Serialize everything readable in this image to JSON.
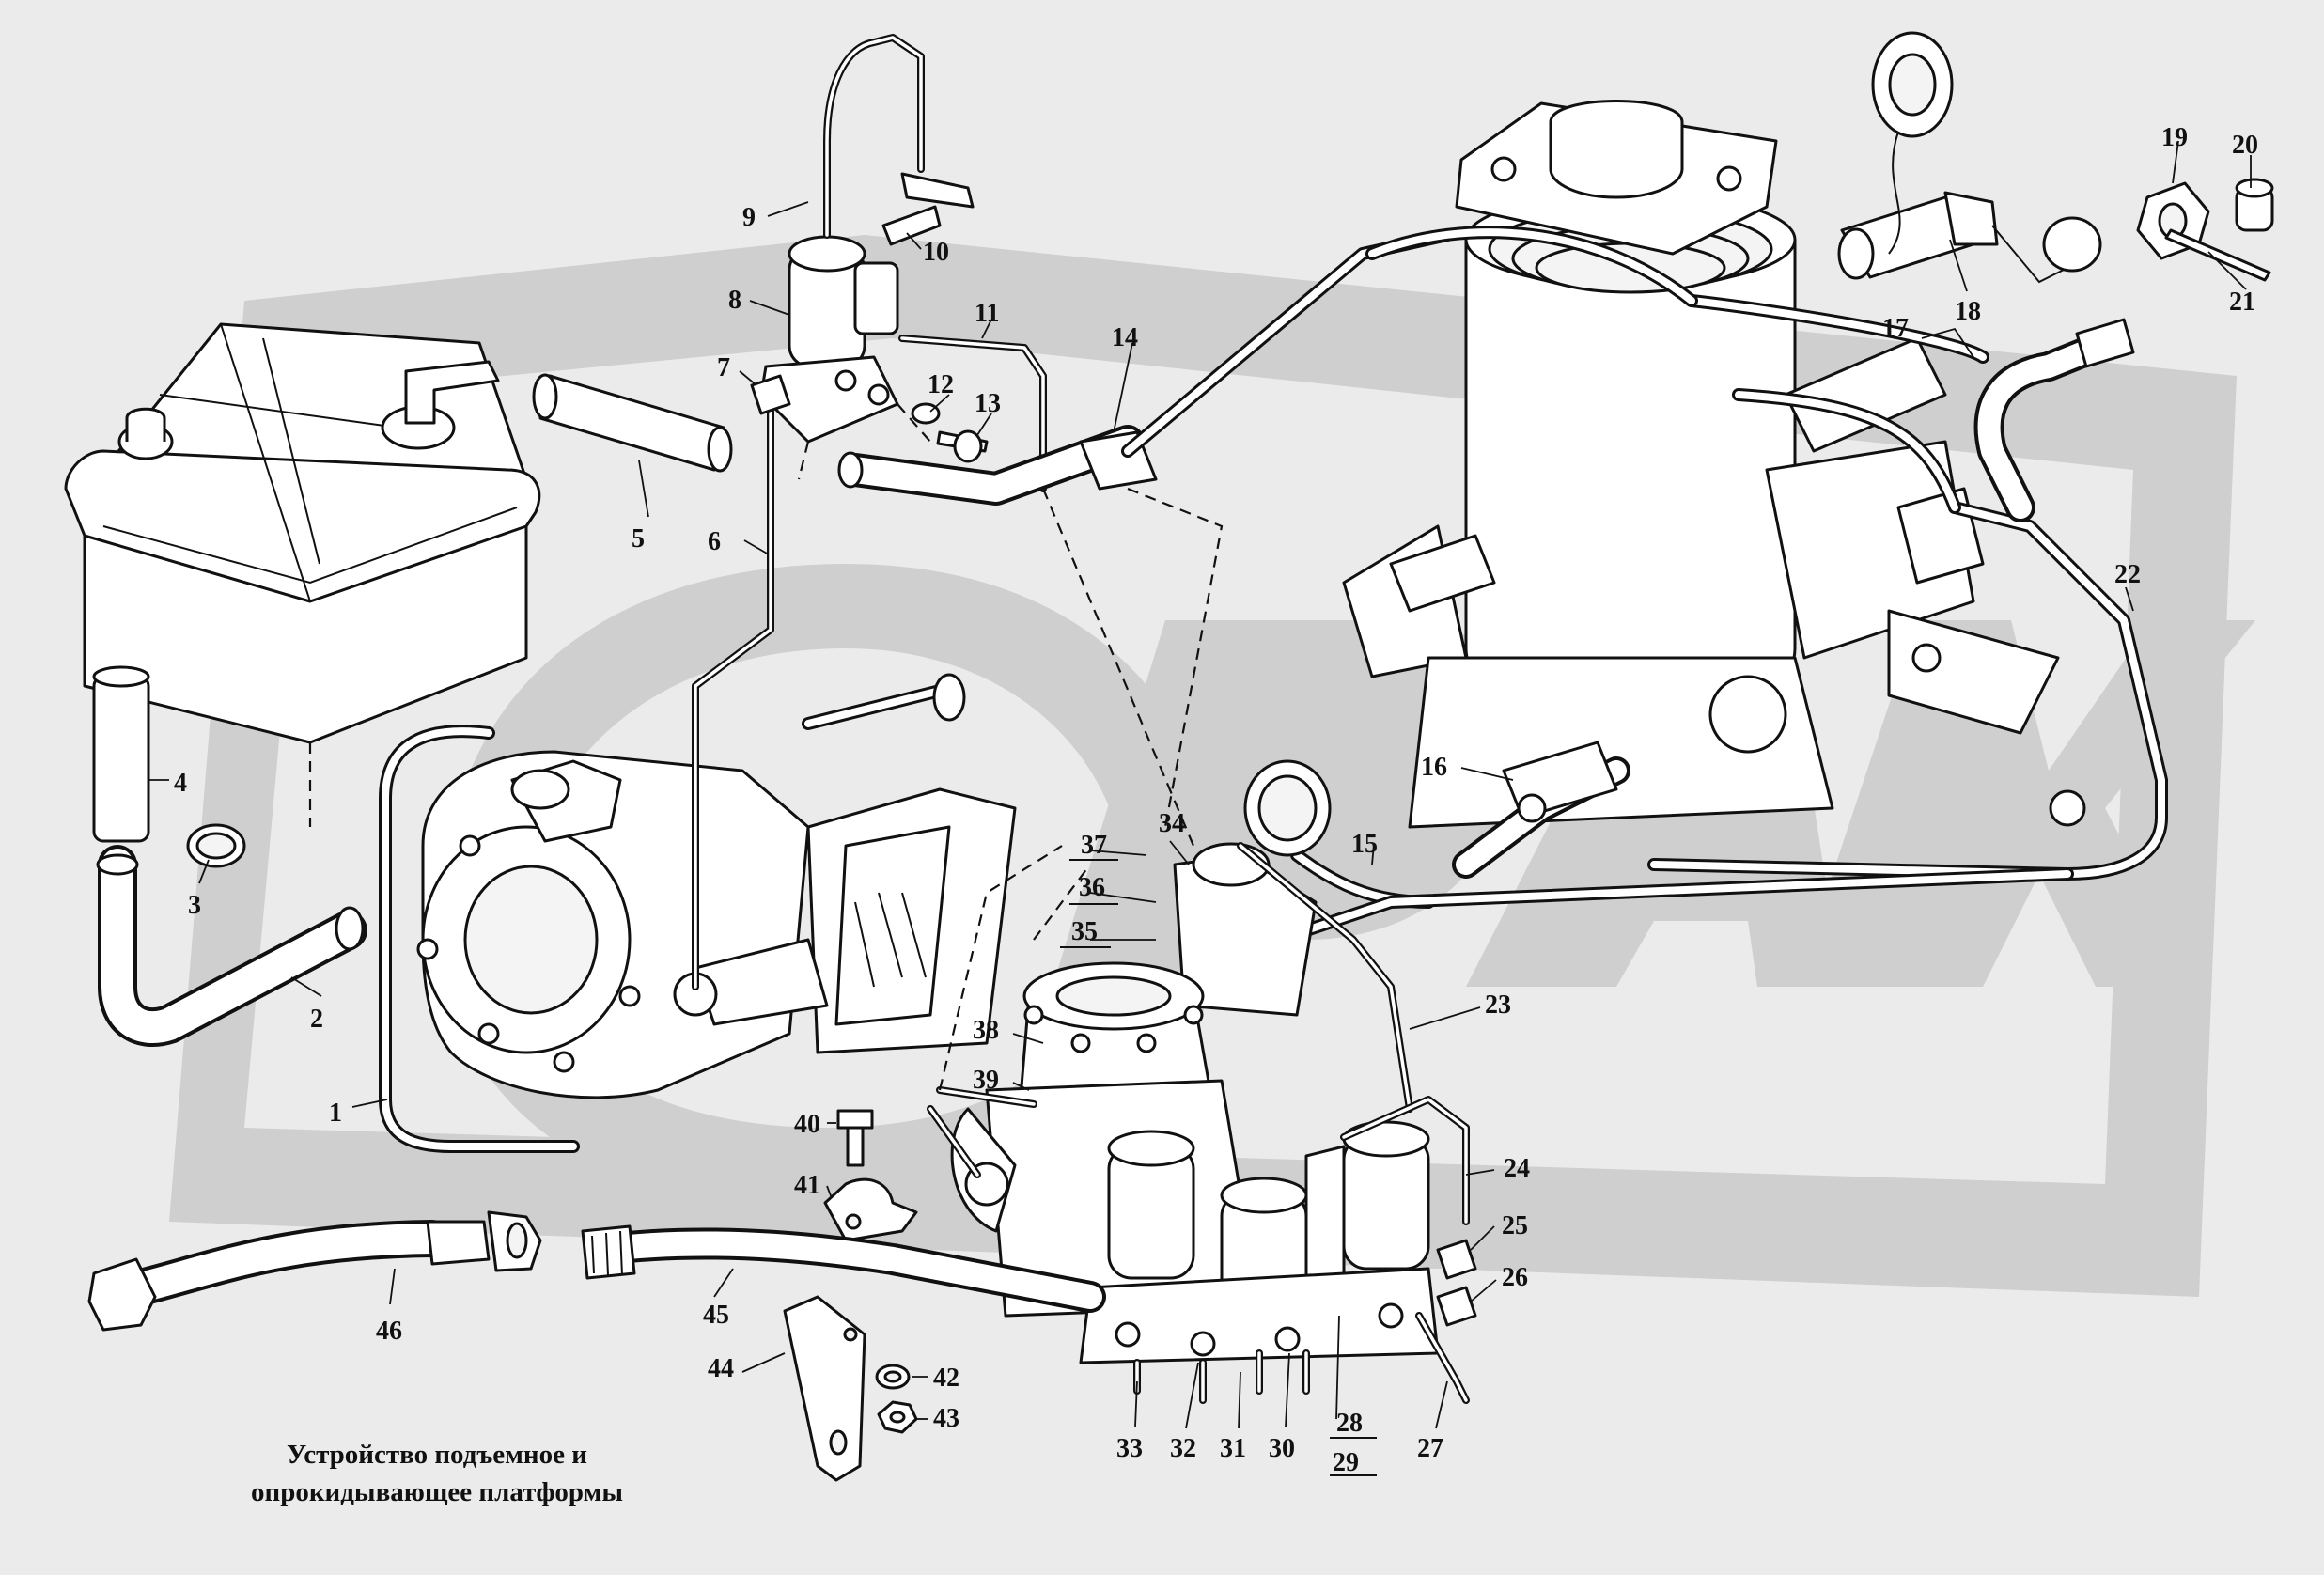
{
  "callouts": [
    "1",
    "2",
    "3",
    "4",
    "5",
    "6",
    "7",
    "8",
    "9",
    "10",
    "11",
    "12",
    "13",
    "14",
    "15",
    "16",
    "17",
    "18",
    "19",
    "20",
    "21",
    "22",
    "23",
    "24",
    "25",
    "26",
    "27",
    "28",
    "29",
    "30",
    "31",
    "32",
    "33",
    "34",
    "35",
    "36",
    "37",
    "38",
    "39",
    "40",
    "41",
    "42",
    "43",
    "44",
    "45",
    "46"
  ],
  "caption": {
    "line1": "Устройство подъемное и",
    "line2": "опрокидывающее платформы"
  },
  "colors": {
    "background": "#ebebeb",
    "ink": "#111111",
    "watermark": "#cfcfcf"
  }
}
